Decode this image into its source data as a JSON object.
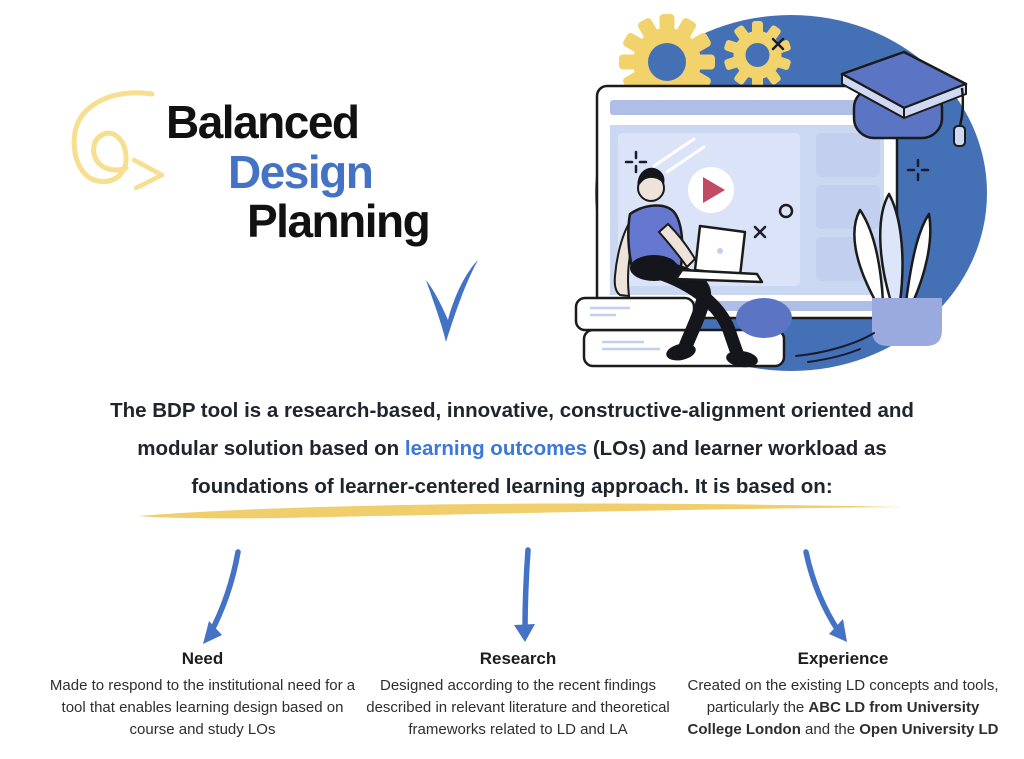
{
  "theme": {
    "accent-blue": "#4472C4",
    "link-blue": "#3C78D8",
    "text-dark": "#20242C",
    "title-black": "#111111",
    "squiggle-yellow": "#F8DE8F",
    "swoosh-yellow": "#F0CE6B",
    "gear-yellow": "#F2D36B",
    "blob-blue": "#4470B6",
    "bar-blue": "#AEBEE7",
    "content-blue": "#CBD8F2",
    "video-blue": "#DAE3F7",
    "thumb-blue": "#C2CFEF",
    "cap-blue": "#5B74C4",
    "shirt-blue": "#6577CE",
    "pot-blue": "#9AAADE",
    "leaf-blue": "#DDE5F8",
    "play-red": "#C04B63",
    "skin": "#EDE3DB"
  },
  "logo": {
    "word1": "Balanced",
    "word2": "Design",
    "word3": "Planning"
  },
  "icons": {
    "squiggle": "yellow-loop-arrow-icon",
    "checkmark": "blue-checkmark-icon",
    "gears": "gear-icon",
    "cap": "graduation-cap-icon",
    "play": "play-icon",
    "arrows": "curved-down-arrow-icon"
  },
  "intro": {
    "segments": [
      {
        "text": "The BDP tool is a research-based, innovative, constructive-alignment oriented and"
      },
      {
        "break": true
      },
      {
        "text": "modular solution based on "
      },
      {
        "text": "learning outcomes",
        "link": true
      },
      {
        "text": " (LOs) and learner workload as"
      },
      {
        "break": true
      },
      {
        "text": "foundations of learner-centered learning approach. It is based on:"
      }
    ]
  },
  "columns": [
    {
      "title": "Need",
      "segments": [
        {
          "text": "Made to respond to the institutional need for a"
        },
        {
          "break": true
        },
        {
          "text": "tool that enables learning design based on"
        },
        {
          "break": true
        },
        {
          "text": "course and study LOs"
        }
      ]
    },
    {
      "title": "Research",
      "segments": [
        {
          "text": "Designed according to the recent findings"
        },
        {
          "break": true
        },
        {
          "text": "described in relevant literature and theoretical"
        },
        {
          "break": true
        },
        {
          "text": "frameworks related to LD and LA"
        }
      ]
    },
    {
      "title": "Experience",
      "segments": [
        {
          "text": "Created on the existing LD concepts and tools,"
        },
        {
          "break": true
        },
        {
          "text": "particularly the "
        },
        {
          "text": "ABC LD from University",
          "bold": true
        },
        {
          "break": true
        },
        {
          "text": "College London",
          "bold": true
        },
        {
          "text": " and the "
        },
        {
          "text": "Open University LD",
          "bold": true
        }
      ]
    }
  ]
}
